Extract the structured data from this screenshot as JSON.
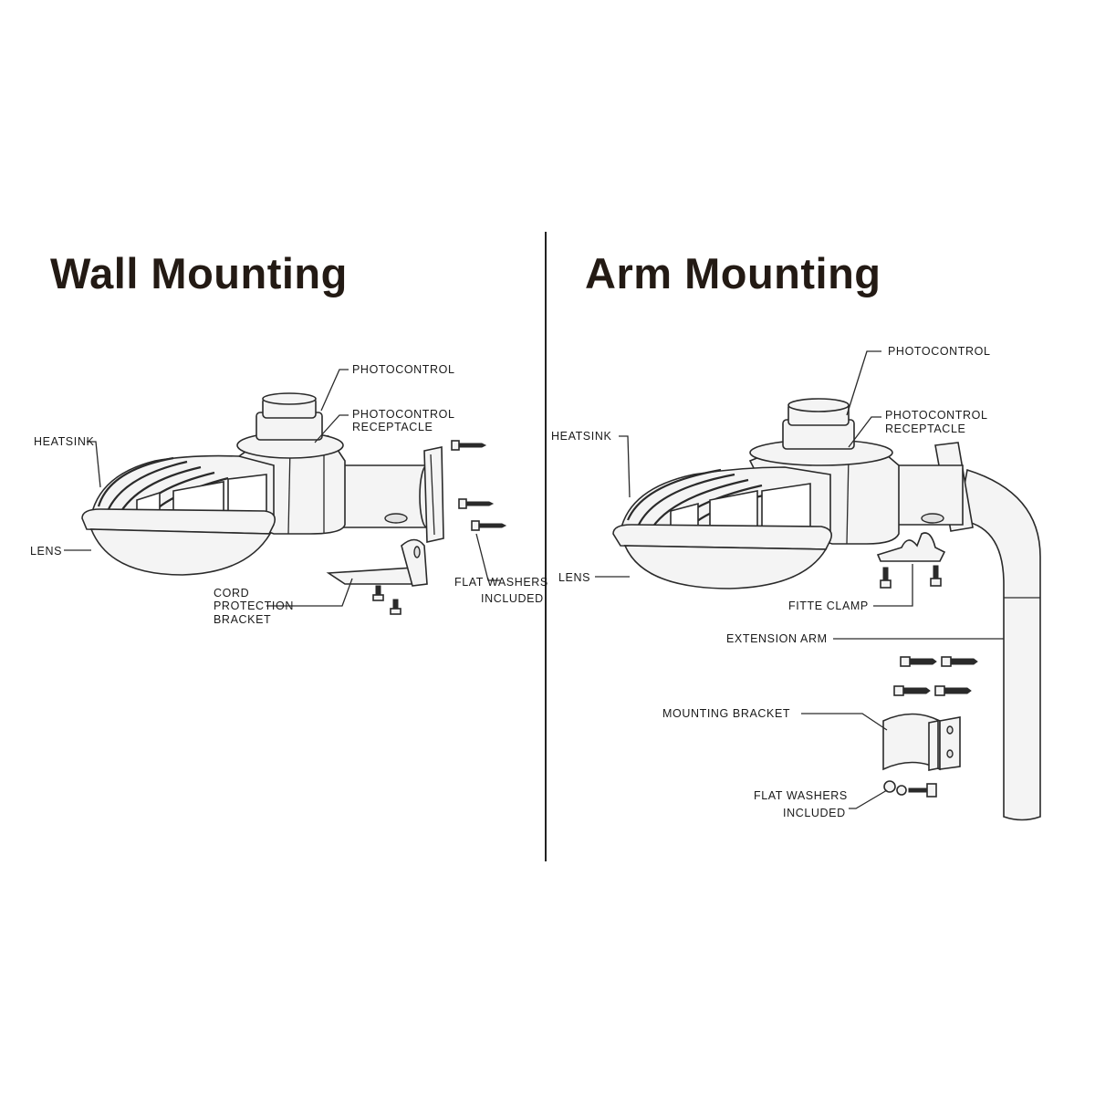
{
  "titles": {
    "wall": "Wall Mounting",
    "arm": "Arm Mounting"
  },
  "wall_labels": {
    "photocontrol": "PHOTOCONTROL",
    "receptacle_1": "PHOTOCONTROL",
    "receptacle_2": "RECEPTACLE",
    "heatsink": "HEATSINK",
    "lens": "LENS",
    "cord_1": "CORD",
    "cord_2": "PROTECTION",
    "cord_3": "BRACKET",
    "washers_1": "FLAT WASHERS",
    "washers_2": "INCLUDED"
  },
  "arm_labels": {
    "photocontrol": "PHOTOCONTROL",
    "receptacle_1": "PHOTOCONTROL",
    "receptacle_2": "RECEPTACLE",
    "heatsink": "HEATSINK",
    "lens": "LENS",
    "fitte_clamp": "FITTE CLAMP",
    "extension_arm": "EXTENSION ARM",
    "mounting_bracket": "MOUNTING BRACKET",
    "washers_1": "FLAT WASHERS",
    "washers_2": "INCLUDED"
  }
}
